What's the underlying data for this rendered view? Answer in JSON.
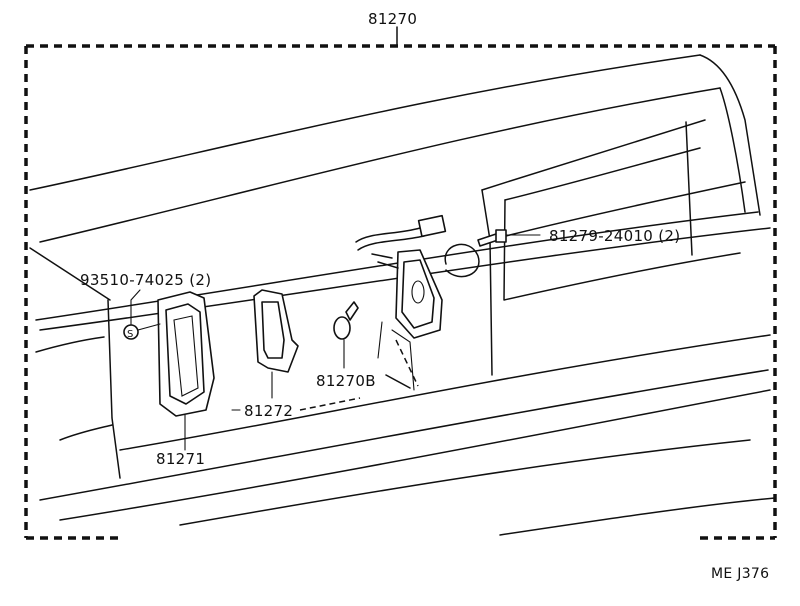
{
  "assembly": {
    "number": "81270"
  },
  "callouts": {
    "screw": "81279-24010 (2)",
    "clip": "93510-74025 (2)",
    "bulb": "81270B",
    "lens": "81271",
    "gasket": "81272"
  },
  "footer": {
    "code": "ME J376"
  },
  "colors": {
    "ink": "#111111",
    "paper": "#ffffff"
  }
}
